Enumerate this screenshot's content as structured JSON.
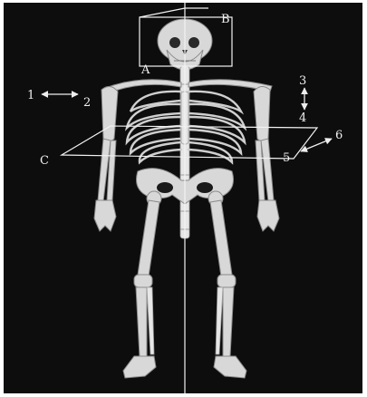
{
  "labels": {
    "a": "A",
    "b": "B",
    "c": "C",
    "n1": "1",
    "n2": "2",
    "n3": "3",
    "n4": "4",
    "n5": "5",
    "n6": "6"
  },
  "colors": {
    "background": "#0d0d0d",
    "bone": "#d8d8d8",
    "guide_lines": "#f2f2f2"
  }
}
